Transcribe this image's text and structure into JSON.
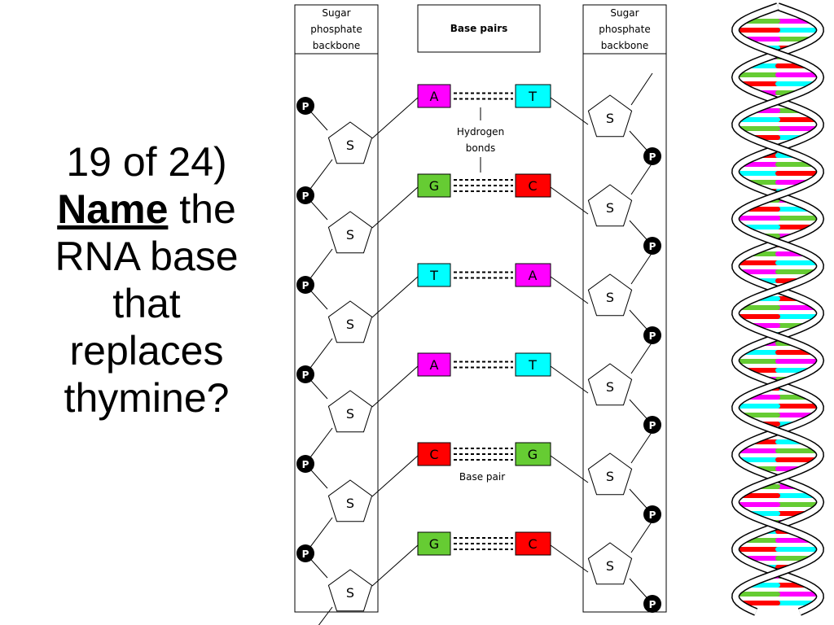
{
  "question": {
    "number": "19 of 24)",
    "emphasis": "Name",
    "line1_rest": " the",
    "line2": "RNA base",
    "line3": "that",
    "line4": "replaces",
    "line5": "thymine?"
  },
  "diagram": {
    "left_header": [
      "Sugar",
      "phosphate",
      "backbone"
    ],
    "center_header": "Base pairs",
    "right_header": [
      "Sugar",
      "phosphate",
      "backbone"
    ],
    "sugar_label": "S",
    "phosphate_label": "P",
    "hydrogen_label": [
      "Hydrogen",
      "bonds"
    ],
    "base_pair_label": "Base pair",
    "pairs": [
      {
        "left": "A",
        "right": "T",
        "left_color": "#ff00ff",
        "right_color": "#00ffff"
      },
      {
        "left": "G",
        "right": "C",
        "left_color": "#66cc33",
        "right_color": "#ff0000"
      },
      {
        "left": "T",
        "right": "A",
        "left_color": "#00ffff",
        "right_color": "#ff00ff"
      },
      {
        "left": "A",
        "right": "T",
        "left_color": "#ff00ff",
        "right_color": "#00ffff"
      },
      {
        "left": "C",
        "right": "G",
        "left_color": "#ff0000",
        "right_color": "#66cc33"
      },
      {
        "left": "G",
        "right": "C",
        "left_color": "#66cc33",
        "right_color": "#ff0000"
      }
    ]
  },
  "helix": {
    "rung_colors": [
      "#ff00ff",
      "#00ffff",
      "#66cc33",
      "#ff0000"
    ]
  }
}
